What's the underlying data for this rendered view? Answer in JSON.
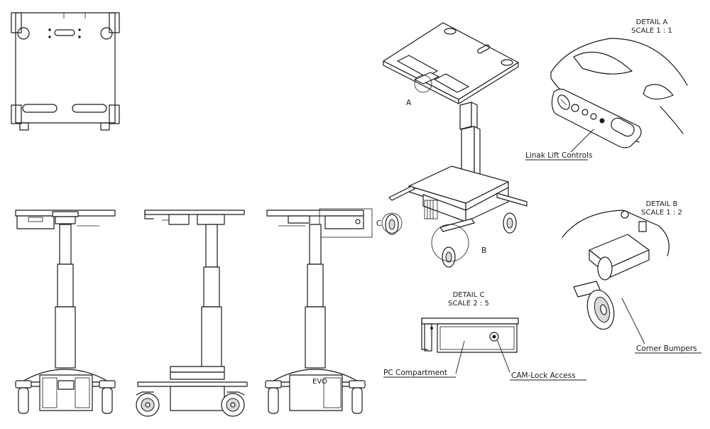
{
  "detail_a": {
    "title": "DETAIL A",
    "scale": "SCALE 1 : 1",
    "callout": "Linak Lift Controls"
  },
  "detail_b": {
    "title": "DETAIL B",
    "scale": "SCALE 1 : 2",
    "callout": "Corner Bumpers"
  },
  "detail_c": {
    "title": "DETAIL C",
    "scale": "SCALE 2 : 5",
    "callout_left": "PC Compartment",
    "callout_right": "CAM-Lock Access"
  },
  "view_markers": {
    "a": "A",
    "b": "B",
    "c": "C"
  },
  "cart_logo": "EVO"
}
